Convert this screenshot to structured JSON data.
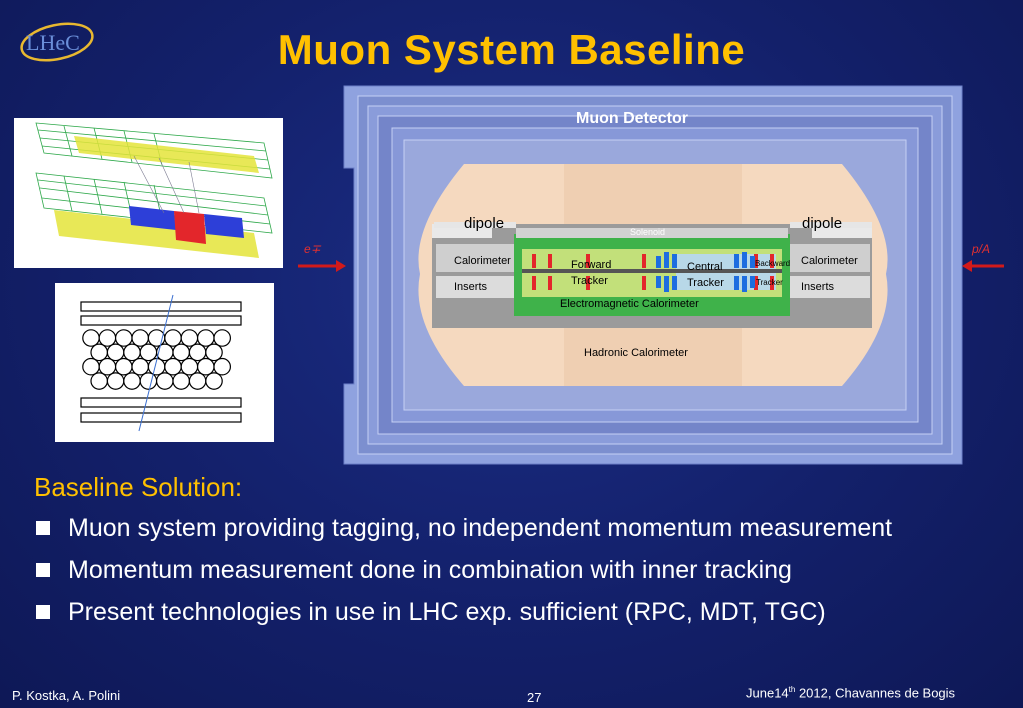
{
  "slide": {
    "logo_text": "LHeC",
    "title": "Muon System Baseline"
  },
  "detector": {
    "title": "Muon Detector",
    "solenoid": "Solenoid",
    "dipole_left": "dipole",
    "dipole_right": "dipole",
    "beam_left": "e∓",
    "beam_right": "p/A",
    "calorimeter_left": "Calorimeter",
    "inserts_left": "Inserts",
    "forward_tracker_1": "Forward",
    "forward_tracker_2": "Tracker",
    "central_tracker_1": "Central",
    "central_tracker_2": "Tracker",
    "backward_tracker_1": "Backward",
    "backward_tracker_2": "Tracker",
    "calorimeter_right": "Calorimeter",
    "inserts_right": "Inserts",
    "em_calorimeter": "Electromagnetic Calorimeter",
    "hadronic_calorimeter": "Hadronic Calorimeter"
  },
  "content": {
    "subheading": "Baseline Solution:",
    "bullets": [
      "Muon system providing tagging, no independent momentum measurement",
      "Momentum measurement done in combination with inner tracking",
      "Present technologies in use in LHC exp. sufficient  (RPC,  MDT, TGC)"
    ]
  },
  "footer": {
    "authors": "P. Kostka,  A. Polini",
    "page": "27",
    "date_prefix": "June14",
    "date_sup": "th",
    "date_suffix": " 2012, Chavannes de Bogis"
  },
  "colors": {
    "background": "#13206a",
    "title": "#ffc000",
    "body_text": "#ffffff"
  }
}
